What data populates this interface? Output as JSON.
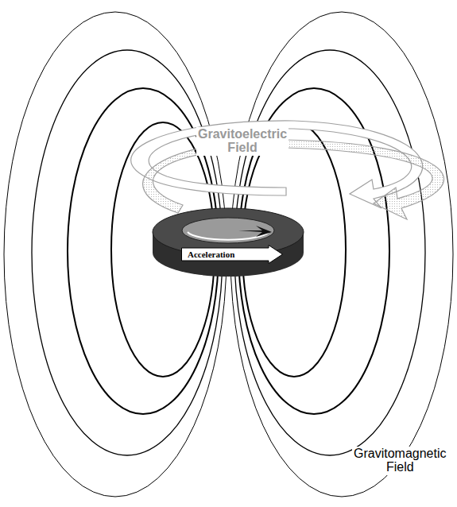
{
  "diagram": {
    "nodes": [
      {
        "text": [
          "Acceleration"
        ]
      }
    ],
    "labels": [
      "Gravitoelectric Field",
      "Gravitomagnetic Field"
    ]
  }
}
